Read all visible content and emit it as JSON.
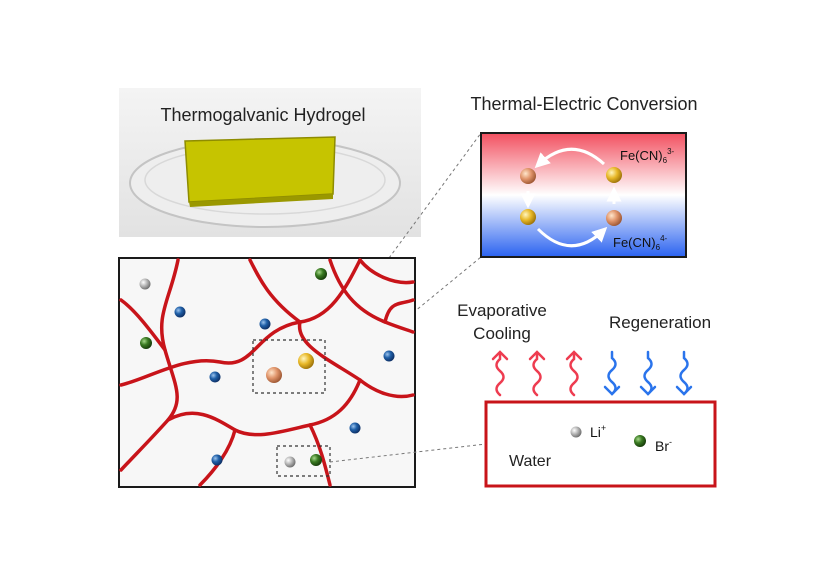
{
  "photo": {
    "caption": "Thermogalvanic Hydrogel"
  },
  "conversion": {
    "title": "Thermal-Electric Conversion",
    "species_top_base": "Fe(CN)",
    "species_top_sub": "6",
    "species_top_sup": "3-",
    "species_bottom_base": "Fe(CN)",
    "species_bottom_sub": "6",
    "species_bottom_sup": "4-"
  },
  "cooling": {
    "evaporative_line1": "Evaporative",
    "evaporative_line2": "Cooling",
    "regeneration": "Regeneration",
    "water": "Water",
    "li_base": "Li",
    "li_sup": "+",
    "br_base": "Br",
    "br_sup": "-"
  },
  "colors": {
    "polymer_chain": "#c8141a",
    "hot": "#e8324a",
    "cold": "#1f5fe8",
    "gel": "#c9c800",
    "ion_li": "#a0a0a0",
    "ion_br": "#2e6b1a",
    "ion_blue": "#1f5aa0",
    "redox_orange": "#e09060",
    "redox_yellow": "#e0b020"
  }
}
